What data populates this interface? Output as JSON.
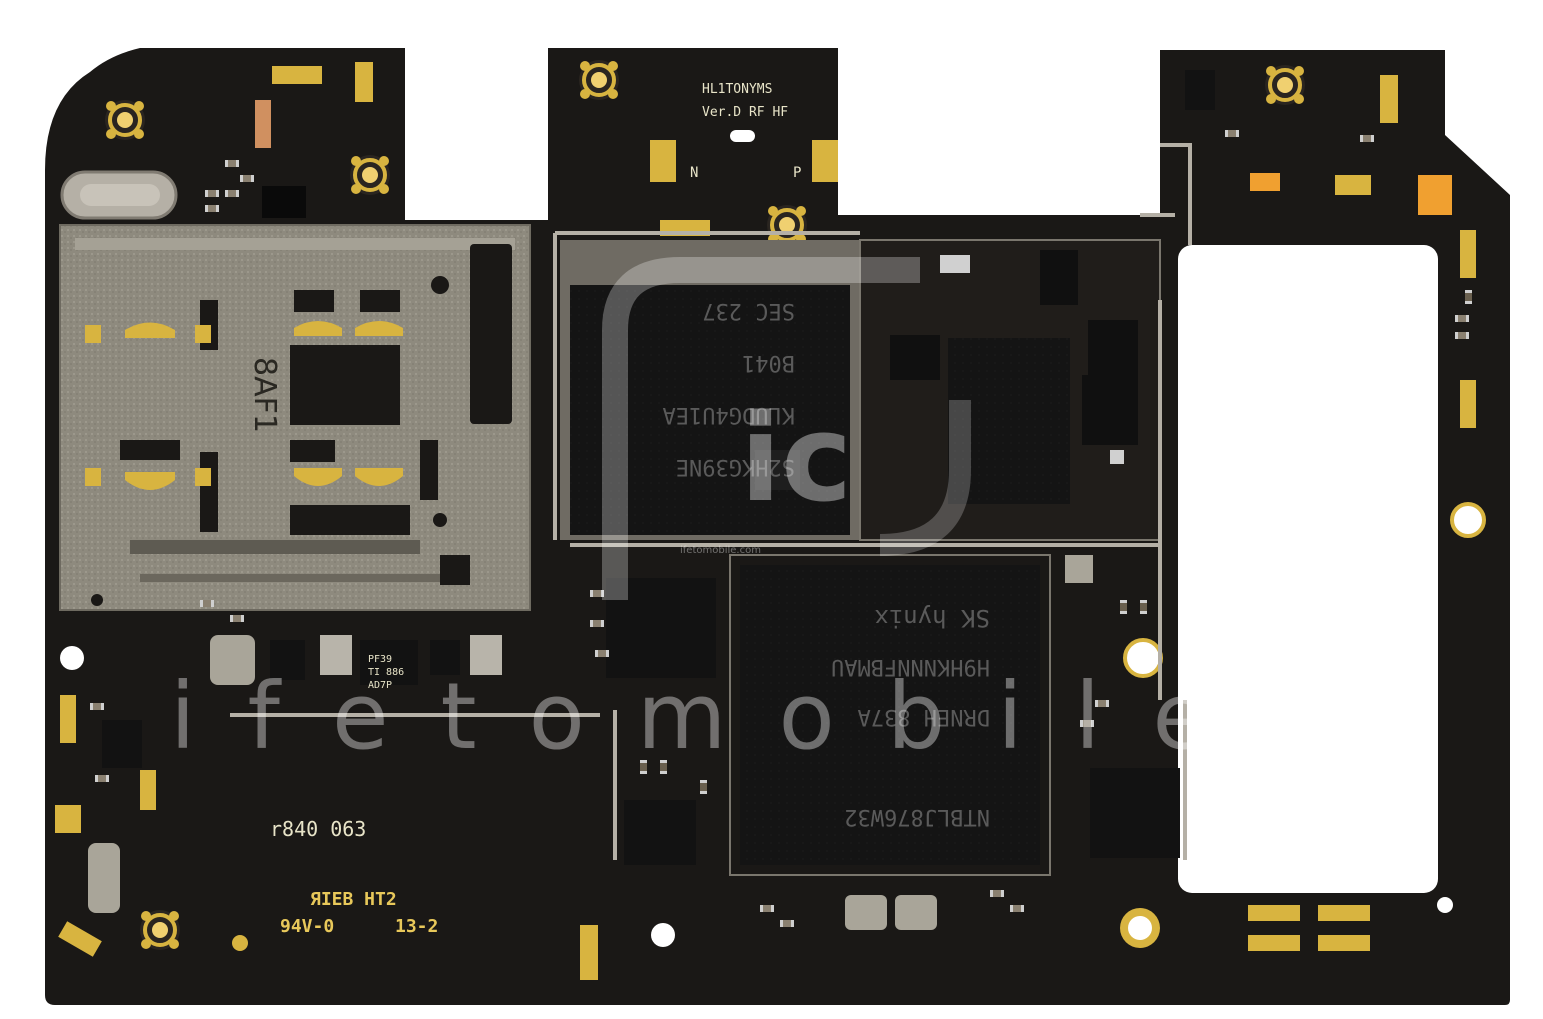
{
  "board": {
    "model_marking": "HL1TONYMS",
    "version_marking": "Ver.D RF HF",
    "pad_n": "N",
    "pad_p": "P",
    "sim_tray_marking": "8AF1",
    "lot_marking": "r840 063",
    "ul_marking": "ЯIEB HT2",
    "flammability_marking": "94V-0",
    "date_marking": "13-2"
  },
  "chips": {
    "flash_line1": "S2HKG39NE",
    "flash_line2": "KLUDG4U1EA",
    "flash_line3": "B041",
    "flash_line4": "SEC 237",
    "dram_line1": "NTBLJ876W32",
    "dram_line2": "DRNEH 837A",
    "dram_line3": "H9HKNNNFBMAU",
    "dram_brand": "SK hynix",
    "pmic_line1": "PF39",
    "pmic_line2": "TI 886",
    "pmic_line3": "AD7P"
  },
  "watermark": {
    "logo_text": "ic",
    "brand_text": "ifetomobile",
    "small_text": "ifetomobile.com"
  },
  "colors": {
    "pcb": "#1a1816",
    "gold": "#d8b440",
    "shield": "#9a968c",
    "chip": "#101010"
  }
}
